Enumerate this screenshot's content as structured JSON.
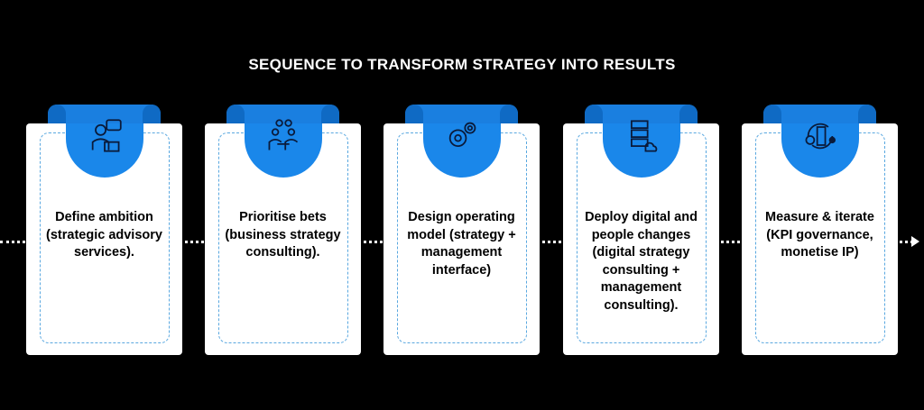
{
  "title": "SEQUENCE TO TRANSFORM STRATEGY INTO RESULTS",
  "colors": {
    "accent": "#1a87ea",
    "background": "#000000"
  },
  "steps": [
    {
      "icon": "consultant-icon",
      "text": "Define ambition (strategic advisory services)."
    },
    {
      "icon": "meeting-icon",
      "text": "Prioritise bets (business strategy consulting)."
    },
    {
      "icon": "gears-icon",
      "text": "Design operating model (strategy + management interface)"
    },
    {
      "icon": "server-cloud-icon",
      "text": "Deploy digital and people changes (digital strategy consulting + management consulting)."
    },
    {
      "icon": "iterate-cycle-icon",
      "text": "Measure & iterate (KPI governance, monetise IP)"
    }
  ]
}
